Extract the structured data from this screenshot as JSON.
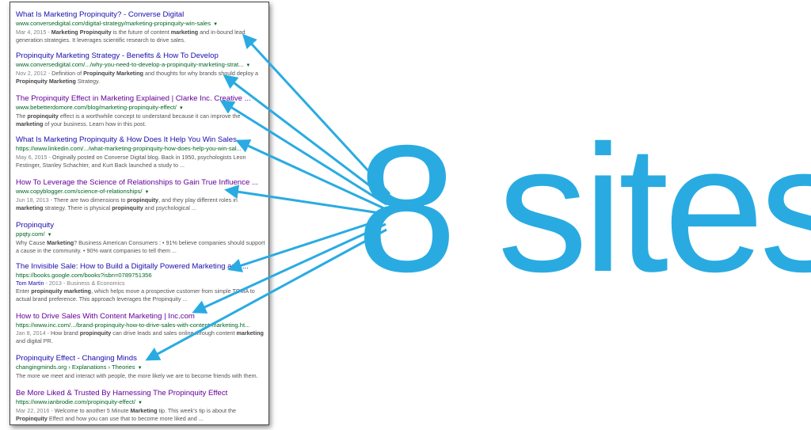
{
  "headline": "8 sites",
  "accent_color": "#29abe2",
  "results": [
    {
      "title": "What Is Marketing Propinquity? - Converse Digital",
      "visited": false,
      "url": "www.conversedigital.com/digital-strategy/marketing-propinquity-win-sales",
      "date": "Mar 4, 2015",
      "snippet": [
        {
          "t": "Marketing Propinquity",
          "b": true
        },
        {
          "t": " is the future of content "
        },
        {
          "t": "marketing",
          "b": true
        },
        {
          "t": " and in-bound lead generation strategies. It leverages scientific research to drive sales."
        }
      ]
    },
    {
      "title": "Propinquity Marketing Strategy - Benefits & How To Develop",
      "visited": false,
      "url": "www.conversedigital.com/.../why-you-need-to-develop-a-propinquity-marketing-strat...",
      "date": "Nov 2, 2012",
      "snippet": [
        {
          "t": "Definition of "
        },
        {
          "t": "Propinquity Marketing",
          "b": true
        },
        {
          "t": " and thoughts for why brands should deploy a "
        },
        {
          "t": "Propinquity Marketing",
          "b": true
        },
        {
          "t": " Strategy."
        }
      ]
    },
    {
      "title": "The Propinquity Effect in Marketing Explained | Clarke Inc. Creative ...",
      "visited": true,
      "url": "www.bebetterdomore.com/blog/marketing-propinquity-effect/",
      "date": "",
      "snippet": [
        {
          "t": "The "
        },
        {
          "t": "propinquity",
          "b": true
        },
        {
          "t": " effect is a worthwhile concept to understand because it can improve the "
        },
        {
          "t": "marketing",
          "b": true
        },
        {
          "t": " of your business. Learn how in this post."
        }
      ]
    },
    {
      "title": "What Is Marketing Propinquity & How Does It Help You Win Sales ...",
      "visited": false,
      "url": "https://www.linkedin.com/.../what-marketing-propinquity-how-does-help-you-win-sal...",
      "date": "May 6, 2015",
      "snippet": [
        {
          "t": "Originally posted on Converse Digital blog. Back in 1950, psychologists Leon Festinger, Stanley Schachter, and Kurt Back launched a study to ..."
        }
      ]
    },
    {
      "title": "How To Leverage the Science of Relationships to Gain True Influence ...",
      "visited": true,
      "url": "www.copyblogger.com/science-of-relationships/",
      "date": "Jun 18, 2013",
      "snippet": [
        {
          "t": "There are two dimensions to "
        },
        {
          "t": "propinquity",
          "b": true
        },
        {
          "t": ", and they play different roles in "
        },
        {
          "t": "marketing",
          "b": true
        },
        {
          "t": " strategy. There is physical "
        },
        {
          "t": "propinquity",
          "b": true
        },
        {
          "t": " and psychological ..."
        }
      ]
    },
    {
      "title": "Propinquity",
      "visited": false,
      "url": "ppqty.com/",
      "date": "",
      "snippet": [
        {
          "t": "Why Cause "
        },
        {
          "t": "Marketing",
          "b": true
        },
        {
          "t": "? Business American Consumers : • 91% believe companies should support a cause in the community. • 90% want companies to tell them ..."
        }
      ]
    },
    {
      "title": "The Invisible Sale: How to Build a Digitally Powered Marketing and ...",
      "visited": false,
      "url": "https://books.google.com/books?isbn=0789751356",
      "caret": false,
      "author": "Tom Martin",
      "meta": " - 2013 - Business & Economics",
      "date": "",
      "snippet": [
        {
          "t": "Enter "
        },
        {
          "t": "propinquity marketing",
          "b": true
        },
        {
          "t": ", which helps move a prospective customer from simple TOMA to actual brand preference. This approach leverages the Propinquity ..."
        }
      ]
    },
    {
      "title": "How to Drive Sales With Content Marketing | Inc.com",
      "visited": true,
      "url": "https://www.inc.com/.../brand-propinquity-how-to-drive-sales-with-content-marketing.ht...",
      "caret": false,
      "date": "Jan 8, 2014",
      "snippet": [
        {
          "t": "How brand "
        },
        {
          "t": "propinquity",
          "b": true
        },
        {
          "t": " can drive leads and sales online through content "
        },
        {
          "t": "marketing",
          "b": true
        },
        {
          "t": " and digital PR."
        }
      ]
    },
    {
      "title": "Propinquity Effect - Changing Minds",
      "visited": false,
      "url": "changingminds.org › Explanations › Theories",
      "date": "",
      "snippet": [
        {
          "t": "The more we meet and interact with people, the more likely we are to become friends with them."
        }
      ]
    },
    {
      "title": "Be More Liked & Trusted By Harnessing The Propinquity Effect",
      "visited": true,
      "url": "https://www.ianbrodie.com/propinquity-effect/",
      "date": "Mar 22, 2016",
      "snippet": [
        {
          "t": "Welcome to another 5 Minute "
        },
        {
          "t": "Marketing",
          "b": true
        },
        {
          "t": " tip. This week's tip is about the "
        },
        {
          "t": "Propinquity",
          "b": true
        },
        {
          "t": " Effect and how you can use that to become more liked and ..."
        }
      ]
    }
  ]
}
